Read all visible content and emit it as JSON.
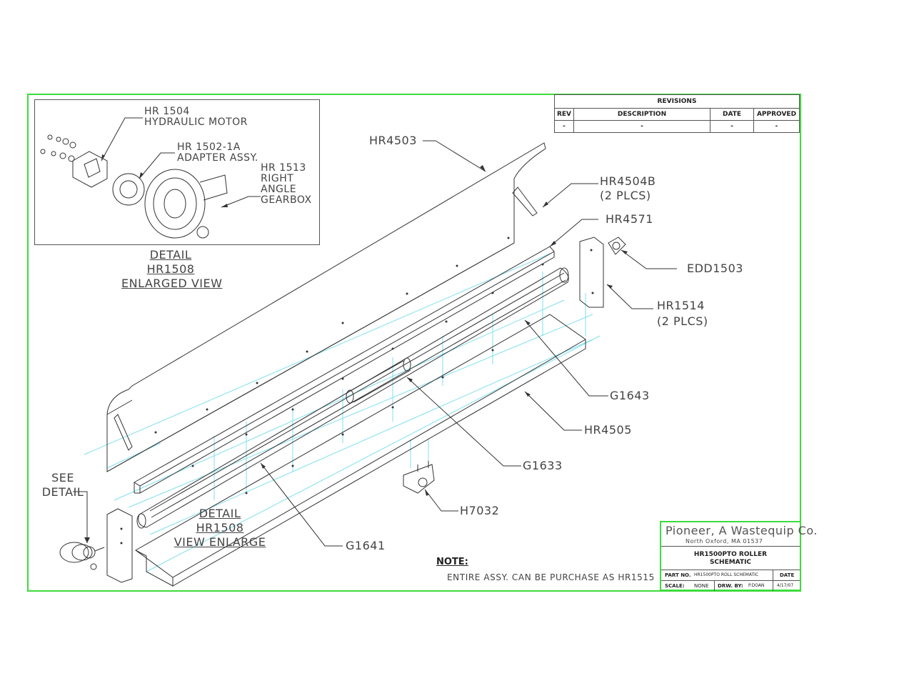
{
  "revisions": {
    "title": "REVISIONS",
    "headers": [
      "REV",
      "DESCRIPTION",
      "DATE",
      "APPROVED"
    ],
    "rows": [
      [
        "-",
        "-",
        "-",
        "-"
      ]
    ]
  },
  "detail_inset": {
    "labels": {
      "hr1504": [
        "HR 1504",
        "HYDRAULIC MOTOR"
      ],
      "hr1502": [
        "HR 1502-1A",
        "ADAPTER ASSY."
      ],
      "hr1513": [
        "HR 1513",
        "RIGHT",
        "ANGLE",
        "GEARBOX"
      ]
    },
    "caption": [
      "DETAIL",
      "HR1508",
      "ENLARGED VIEW"
    ]
  },
  "callouts": {
    "hr4503": "HR4503",
    "hr4504b": [
      "HR4504B",
      "(2 PLCS)"
    ],
    "hr4571": "HR4571",
    "edd1503": "EDD1503",
    "hr1514": [
      "HR1514",
      "(2 PLCS)"
    ],
    "g1643": "G1643",
    "hr4505": "HR4505",
    "g1633": "G1633",
    "h7032": "H7032",
    "g1641": "G1641",
    "see_detail": [
      "SEE",
      "DETAIL"
    ],
    "detail2": [
      "DETAIL",
      "HR1508",
      "VIEW ENLARGE"
    ]
  },
  "note": {
    "heading": "NOTE:",
    "text": "ENTIRE ASSY. CAN BE PURCHASE AS HR1515"
  },
  "title_block": {
    "company": "Pioneer, A Wastequip Co.",
    "location": "North Oxford, MA      01537",
    "title_line1": "HR1500PTO ROLLER",
    "title_line2": "SCHEMATIC",
    "part_no_label": "PART NO.",
    "part_no": "HR1500PTO ROLL SCHEMATIC",
    "date_label": "DATE",
    "scale_label": "SCALE:",
    "scale": "NONE",
    "drawn_label": "DRW. BY:",
    "drawn_by": "P.DOAN",
    "date": "4/17/07"
  },
  "colors": {
    "frame": "#3ddc3d",
    "construction": "#7fe0ee",
    "ink": "#333333"
  }
}
